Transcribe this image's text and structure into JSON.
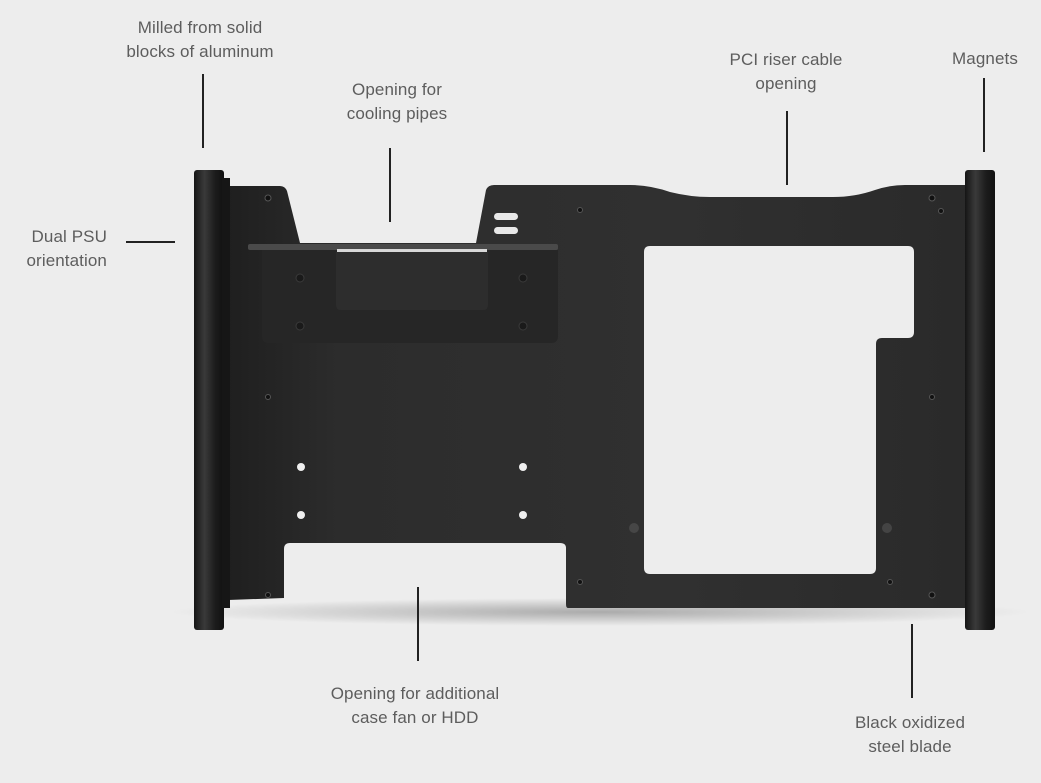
{
  "figure": {
    "subject": "PC case frame side plate",
    "colors": {
      "background": "#ededed",
      "plate": "#2b2b2b",
      "plate_dark": "#222222",
      "rail": "#1e1e1e",
      "label_text": "#5d5d5d",
      "leader_line": "#222222"
    }
  },
  "annotations": [
    {
      "id": "milled",
      "line1": "Milled from solid",
      "line2": "blocks of aluminum"
    },
    {
      "id": "cooling",
      "line1": "Opening for",
      "line2": "cooling pipes"
    },
    {
      "id": "pci",
      "line1": "PCI riser cable",
      "line2": "opening"
    },
    {
      "id": "magnets",
      "line1": "Magnets",
      "line2": ""
    },
    {
      "id": "psu",
      "line1": "Dual PSU",
      "line2": "orientation"
    },
    {
      "id": "fan",
      "line1": "Opening for additional",
      "line2": "case fan or HDD"
    },
    {
      "id": "blade",
      "line1": "Black oxidized",
      "line2": "steel blade"
    }
  ]
}
